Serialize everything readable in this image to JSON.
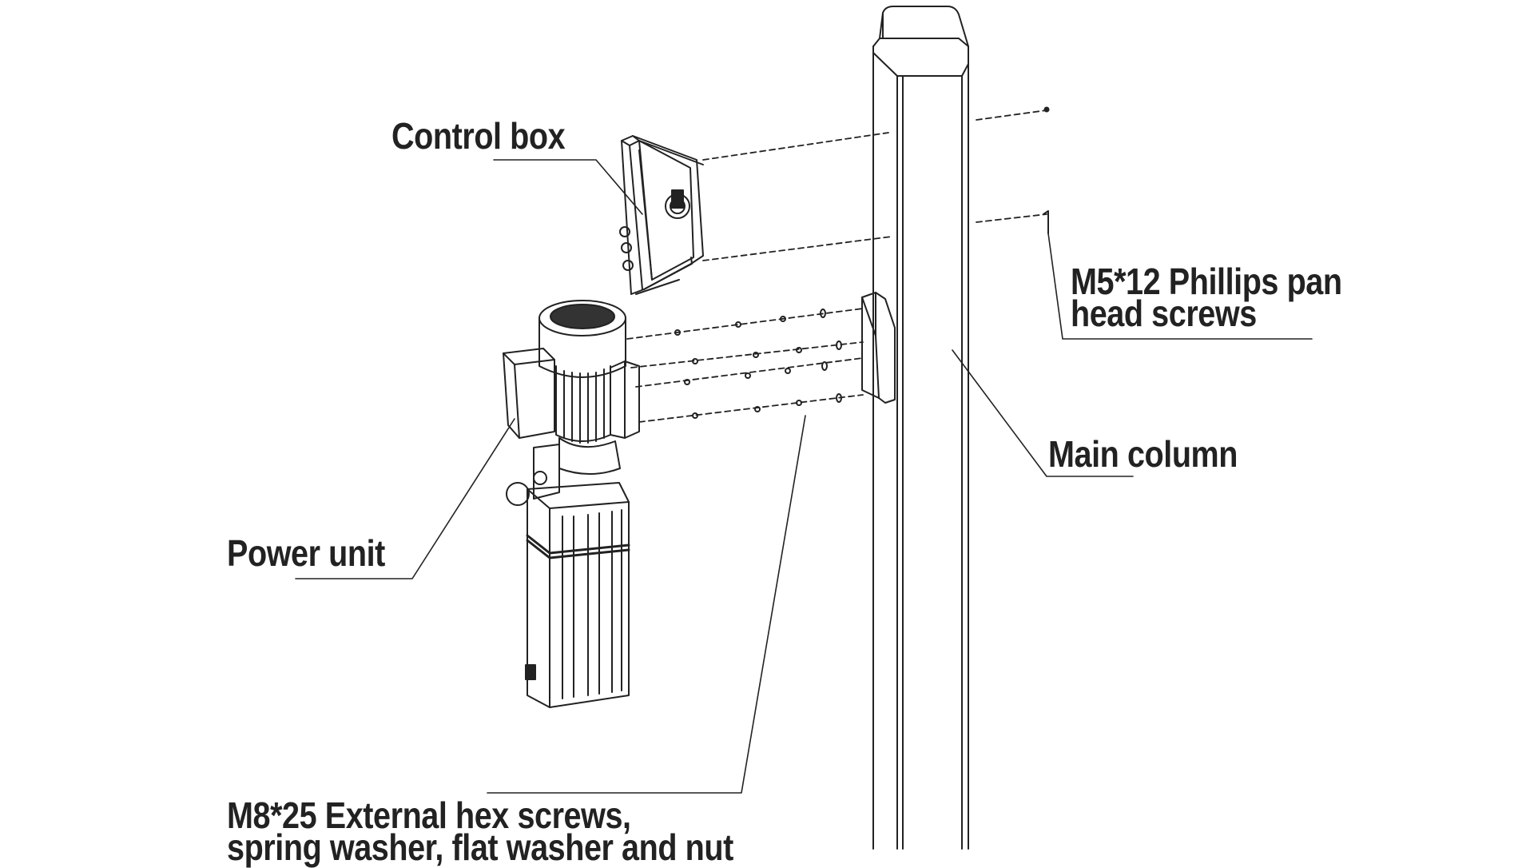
{
  "diagram": {
    "labels": {
      "control_box": "Control box",
      "power_unit": "Power unit",
      "main_column": "Main column",
      "m5_line1": "M5*12 Phillips pan",
      "m5_line2": "head screws",
      "m8_line1": "M8*25 External hex screws,",
      "m8_line2": "spring washer, flat washer and nut"
    },
    "colors": {
      "line": "#222222",
      "text": "#222222",
      "background": "#ffffff"
    }
  }
}
